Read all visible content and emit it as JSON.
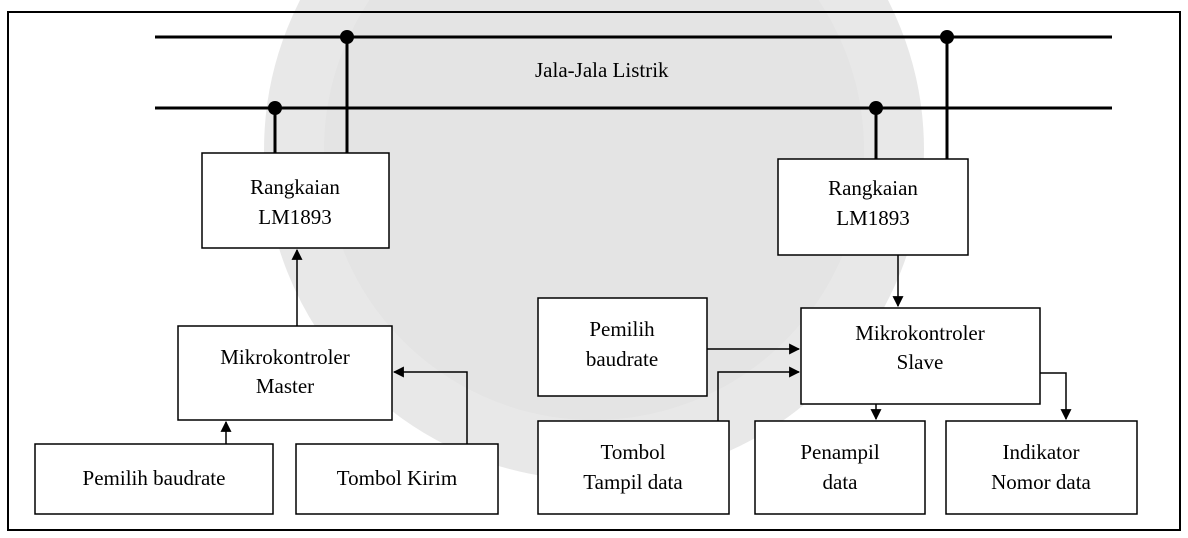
{
  "power_line": {
    "label": "Jala-Jala Listrik"
  },
  "boxes": {
    "lm_left": {
      "lines": [
        "Rangkaian",
        "LM1893"
      ]
    },
    "lm_right": {
      "lines": [
        "Rangkaian",
        "LM1893"
      ]
    },
    "master": {
      "lines": [
        "Mikrokontroler",
        "Master"
      ]
    },
    "slave": {
      "lines": [
        "Mikrokontroler",
        "Slave"
      ]
    },
    "baud_master": {
      "lines": [
        "Pemilih baudrate"
      ]
    },
    "tombol_kirim": {
      "lines": [
        "Tombol Kirim"
      ]
    },
    "baud_slave": {
      "lines": [
        "Pemilih",
        "baudrate"
      ]
    },
    "tombol_tampil": {
      "lines": [
        "Tombol",
        "Tampil data"
      ]
    },
    "penampil": {
      "lines": [
        "Penampil",
        "data"
      ]
    },
    "indikator": {
      "lines": [
        "Indikator",
        "Nomor data"
      ]
    }
  },
  "colors": {
    "line": "#000000",
    "box_fill": "#ffffff",
    "watermark": "#e2e2e2"
  }
}
